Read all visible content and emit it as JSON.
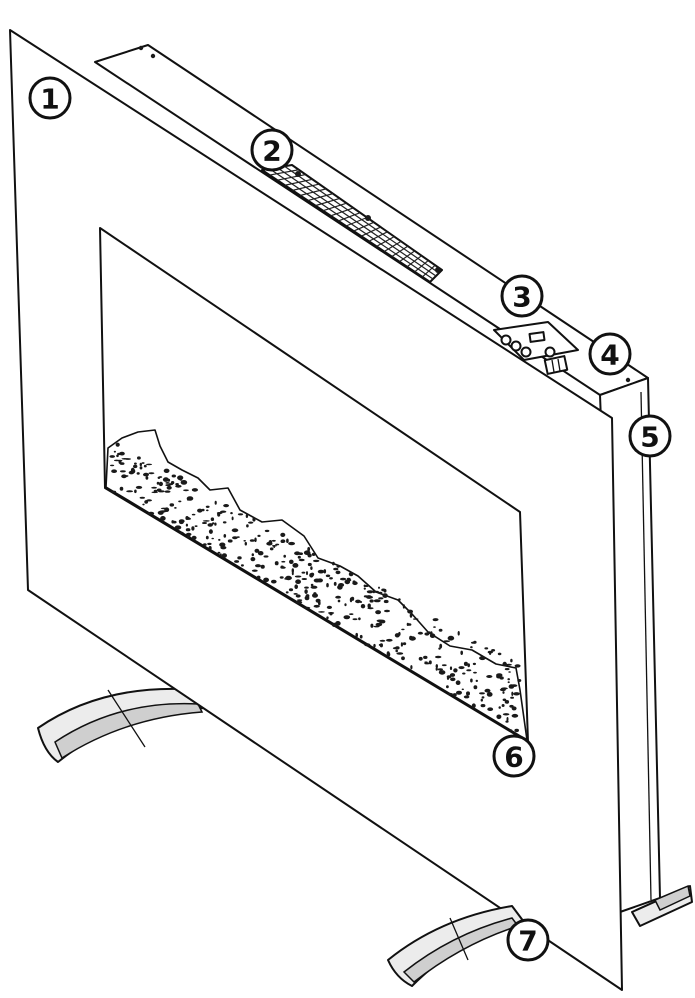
{
  "callouts": [
    {
      "id": "1",
      "label": "1"
    },
    {
      "id": "2",
      "label": "2"
    },
    {
      "id": "3",
      "label": "3"
    },
    {
      "id": "4",
      "label": "4"
    },
    {
      "id": "5",
      "label": "5"
    },
    {
      "id": "6",
      "label": "6"
    },
    {
      "id": "7",
      "label": "7"
    }
  ],
  "colors": {
    "line": "#111111",
    "panel": "#ffffff",
    "foot_fill": "#ececec"
  }
}
